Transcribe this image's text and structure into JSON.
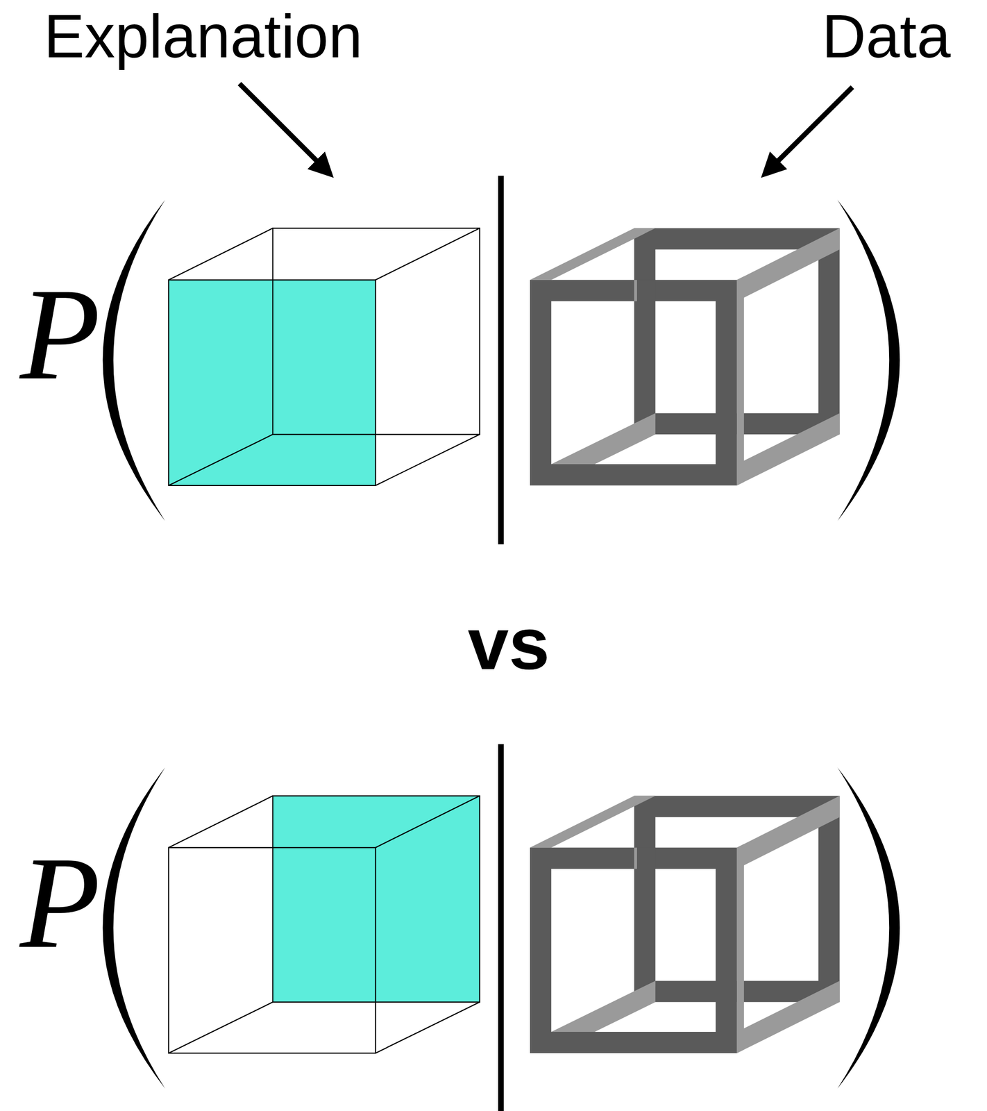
{
  "diagram": {
    "labels": [
      "Explanation",
      "Data",
      "P",
      "vs",
      "P"
    ]
  }
}
